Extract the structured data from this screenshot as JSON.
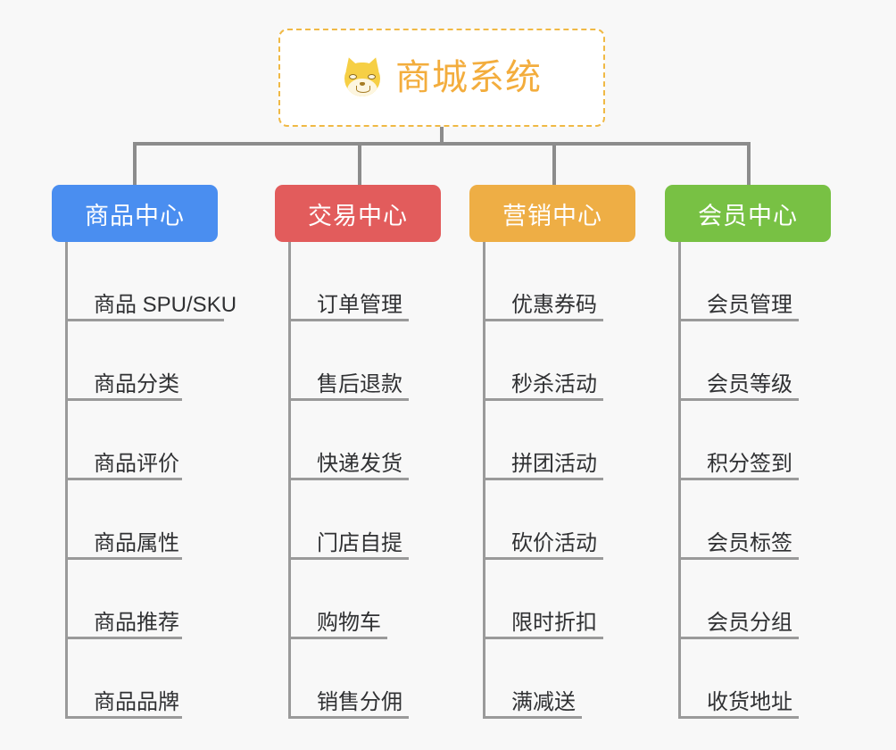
{
  "page": {
    "background_color": "#f8f8f8",
    "type": "mind-map"
  },
  "root": {
    "title": "商城系统",
    "icon": "shiba-dog-emoji",
    "text_color": "#f3ad3d",
    "border_color": "#f0b945",
    "background_color": "#ffffff"
  },
  "branches": [
    {
      "title": "商品中心",
      "color": "#4a8ef0",
      "items": [
        "商品 SPU/SKU",
        "商品分类",
        "商品评价",
        "商品属性",
        "商品推荐",
        "商品品牌"
      ]
    },
    {
      "title": "交易中心",
      "color": "#e25c5c",
      "items": [
        "订单管理",
        "售后退款",
        "快递发货",
        "门店自提",
        "购物车",
        "销售分佣"
      ]
    },
    {
      "title": "营销中心",
      "color": "#eeae45",
      "items": [
        "优惠券码",
        "秒杀活动",
        "拼团活动",
        "砍价活动",
        "限时折扣",
        "满减送"
      ]
    },
    {
      "title": "会员中心",
      "color": "#78c144",
      "items": [
        "会员管理",
        "会员等级",
        "积分签到",
        "会员标签",
        "会员分组",
        "收货地址"
      ]
    }
  ],
  "connector": {
    "color": "#8c8c8c"
  }
}
